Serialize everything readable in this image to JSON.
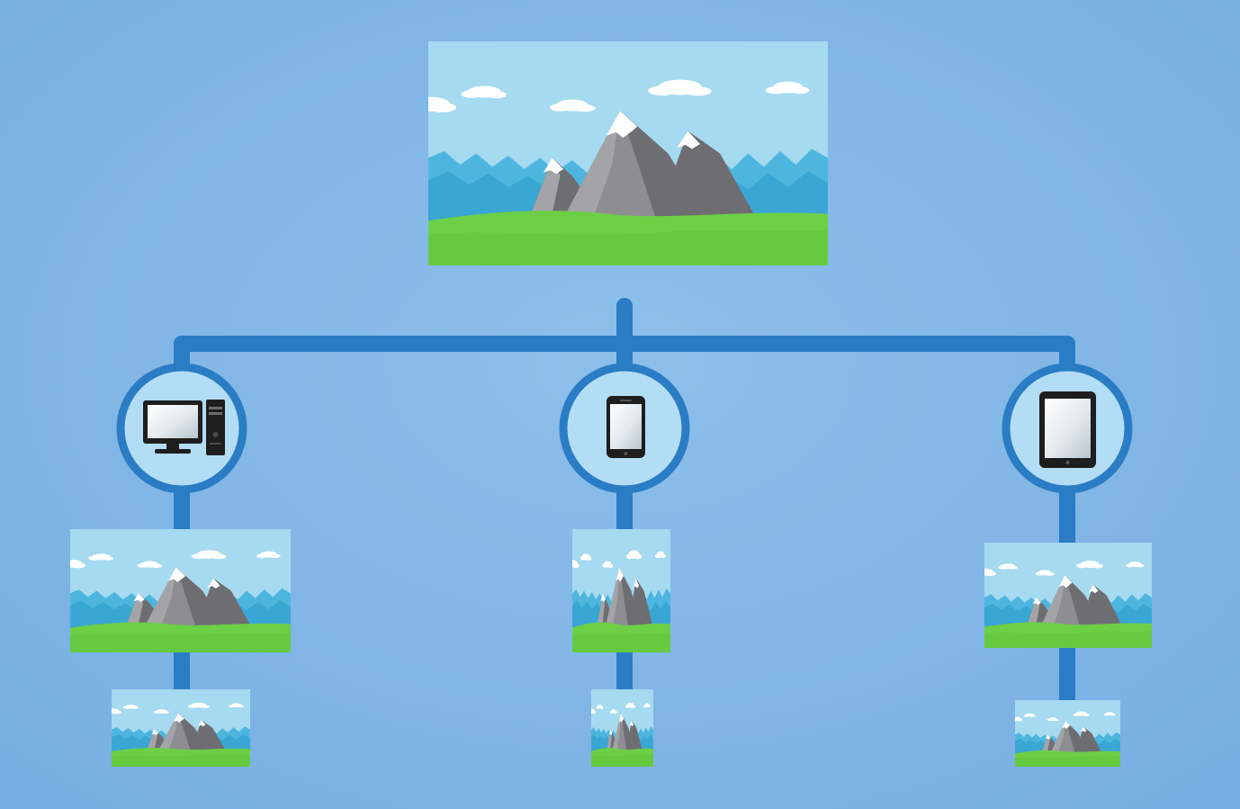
{
  "colors": {
    "background_center": "#8dbfea",
    "background_edge": "#78afe2",
    "connector": "#2a7dc4",
    "node_fill": "#b3dcf5",
    "node_inner": "#d6eefb",
    "sky": "#a5daf0",
    "far_mountains": "#4eb6de",
    "far_mountains_dark": "#3aa6d4",
    "mountain_light": "#a4a4a8",
    "mountain_mid": "#8e8e92",
    "mountain_dark": "#6e6e72",
    "snow": "#ffffff",
    "grass": "#6ccf46",
    "grass_dark": "#5cbf38",
    "cloud": "#ffffff",
    "device_body": "#1e1e1e",
    "device_screen": "#cfd8de"
  },
  "diagram": {
    "source_image": {
      "icon": "landscape-image-icon",
      "role": "original"
    },
    "branches": [
      {
        "id": "desktop",
        "device_icon": "desktop-computer-icon",
        "variants": [
          {
            "icon": "landscape-image-icon",
            "size": "medium"
          },
          {
            "icon": "landscape-image-icon",
            "size": "small"
          }
        ]
      },
      {
        "id": "phone",
        "device_icon": "smartphone-icon",
        "variants": [
          {
            "icon": "landscape-image-icon",
            "size": "medium"
          },
          {
            "icon": "landscape-image-icon",
            "size": "small"
          }
        ]
      },
      {
        "id": "tablet",
        "device_icon": "tablet-icon",
        "variants": [
          {
            "icon": "landscape-image-icon",
            "size": "medium"
          },
          {
            "icon": "landscape-image-icon",
            "size": "small"
          }
        ]
      }
    ]
  }
}
